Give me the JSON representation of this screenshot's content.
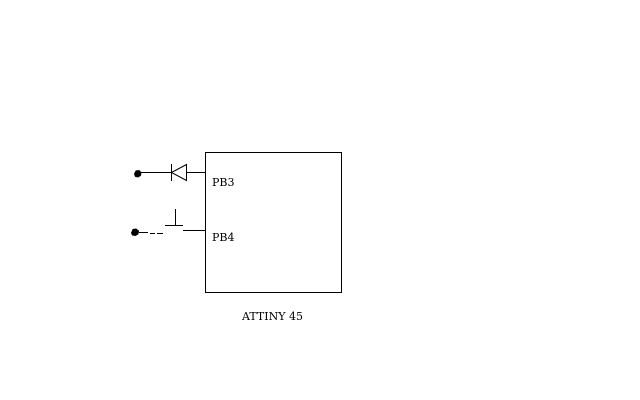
{
  "chip": {
    "name": "ATTINY 45"
  },
  "pins": [
    {
      "label": "PB3",
      "component": "diode"
    },
    {
      "label": "PB4",
      "component": "push-button"
    }
  ],
  "colors": {
    "line": "#000000",
    "background": "#ffffff"
  }
}
